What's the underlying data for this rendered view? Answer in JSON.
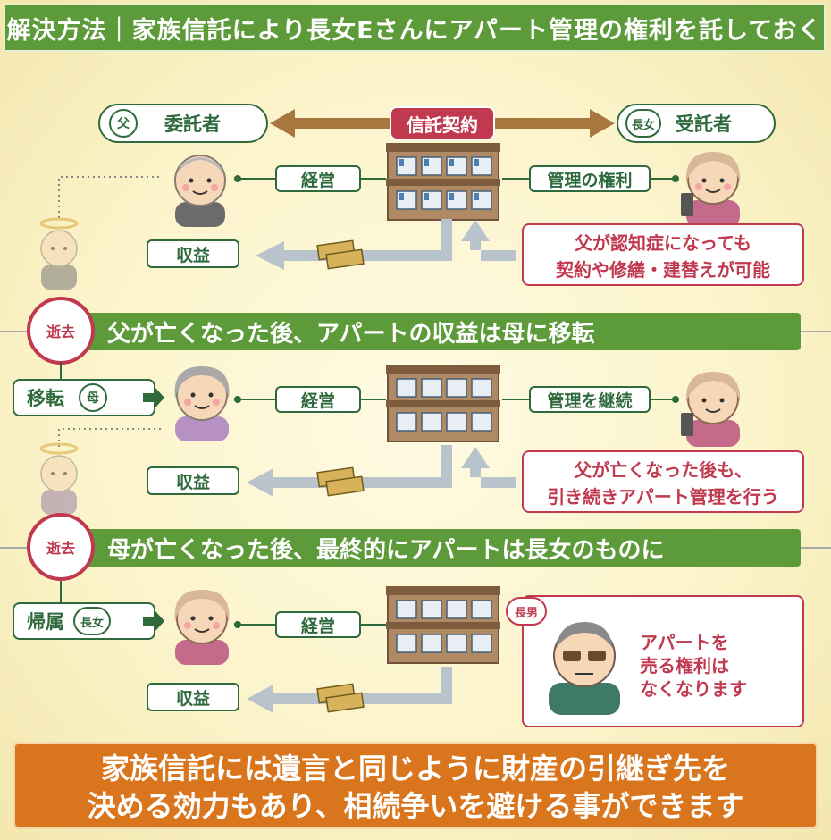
{
  "title": "解決方法｜家族信託により長女Eさんにアパート管理の権利を託しておく",
  "contract": {
    "label": "信託契約",
    "left_role_badge": "父",
    "left_role": "委託者",
    "right_role_badge": "長女",
    "right_role": "受託者"
  },
  "stage1": {
    "manage": "経営",
    "right": "管理の権利",
    "income": "収益",
    "note_line1": "父が認知症になっても",
    "note_line2": "契約や修繕・建替えが可能"
  },
  "divider1": {
    "badge": "逝去",
    "text": "父が亡くなった後、アパートの収益は母に移転"
  },
  "stage2": {
    "transfer": "移転",
    "owner_badge": "母",
    "manage": "経営",
    "right": "管理を継続",
    "income": "収益",
    "note_line1": "父が亡くなった後も、",
    "note_line2": "引き続きアパート管理を行う"
  },
  "divider2": {
    "badge": "逝去",
    "text": "母が亡くなった後、最終的にアパートは長女のものに"
  },
  "stage3": {
    "transfer": "帰属",
    "owner_badge": "長女",
    "manage": "経営",
    "income": "収益",
    "son_badge": "長男",
    "note_line1": "アパートを",
    "note_line2": "売る権利は",
    "note_line3": "なくなります"
  },
  "footer": {
    "line1": "家族信託には遺言と同じように財産の引継ぎ先を",
    "line2": "決める効力もあり、相続争いを避ける事ができます"
  },
  "colors": {
    "green_bar": "#5d9a3a",
    "dark_green": "#2f6a3d",
    "red": "#c0394f",
    "orange": "#d9761d",
    "brown_arrow": "#a8773f",
    "gray_arrow": "#b9c3cc"
  },
  "icons": [
    "apartment-building-icon",
    "money-bundle-icon",
    "father-avatar",
    "mother-avatar",
    "daughter-avatar",
    "son-avatar",
    "halo-icon"
  ]
}
